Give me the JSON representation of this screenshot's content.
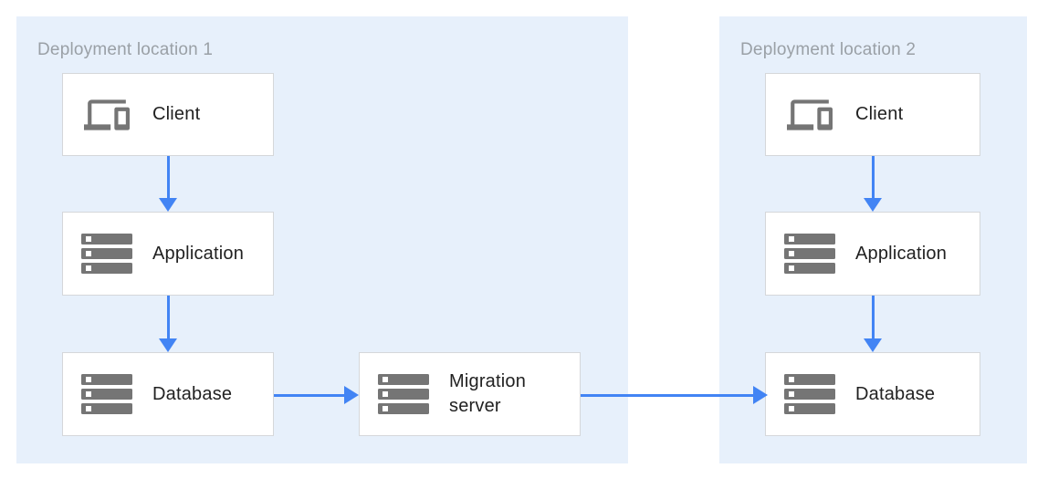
{
  "colors": {
    "canvas-bg": "#FFFFFF",
    "zone-bg": "#E7F0FB",
    "zone-label": "#9AA0A6",
    "node-bg": "#FFFFFF",
    "node-border": "#D5D7DA",
    "text": "#212121",
    "icon": "#757575",
    "arrow": "#4284F4"
  },
  "diagram": {
    "zones": [
      {
        "label": "Deployment location 1",
        "nodes": [
          {
            "id": "client-1",
            "label": "Client",
            "icon": "devices-icon"
          },
          {
            "id": "application-1",
            "label": "Application",
            "icon": "server-icon"
          },
          {
            "id": "database-1",
            "label": "Database",
            "icon": "server-icon"
          },
          {
            "id": "migration-server",
            "label": "Migration server",
            "icon": "server-icon"
          }
        ]
      },
      {
        "label": "Deployment location 2",
        "nodes": [
          {
            "id": "client-2",
            "label": "Client",
            "icon": "devices-icon"
          },
          {
            "id": "application-2",
            "label": "Application",
            "icon": "server-icon"
          },
          {
            "id": "database-2",
            "label": "Database",
            "icon": "server-icon"
          }
        ]
      }
    ],
    "edges": [
      {
        "from": "client-1",
        "to": "application-1"
      },
      {
        "from": "application-1",
        "to": "database-1"
      },
      {
        "from": "database-1",
        "to": "migration-server"
      },
      {
        "from": "migration-server",
        "to": "database-2"
      },
      {
        "from": "client-2",
        "to": "application-2"
      },
      {
        "from": "application-2",
        "to": "database-2"
      }
    ]
  }
}
